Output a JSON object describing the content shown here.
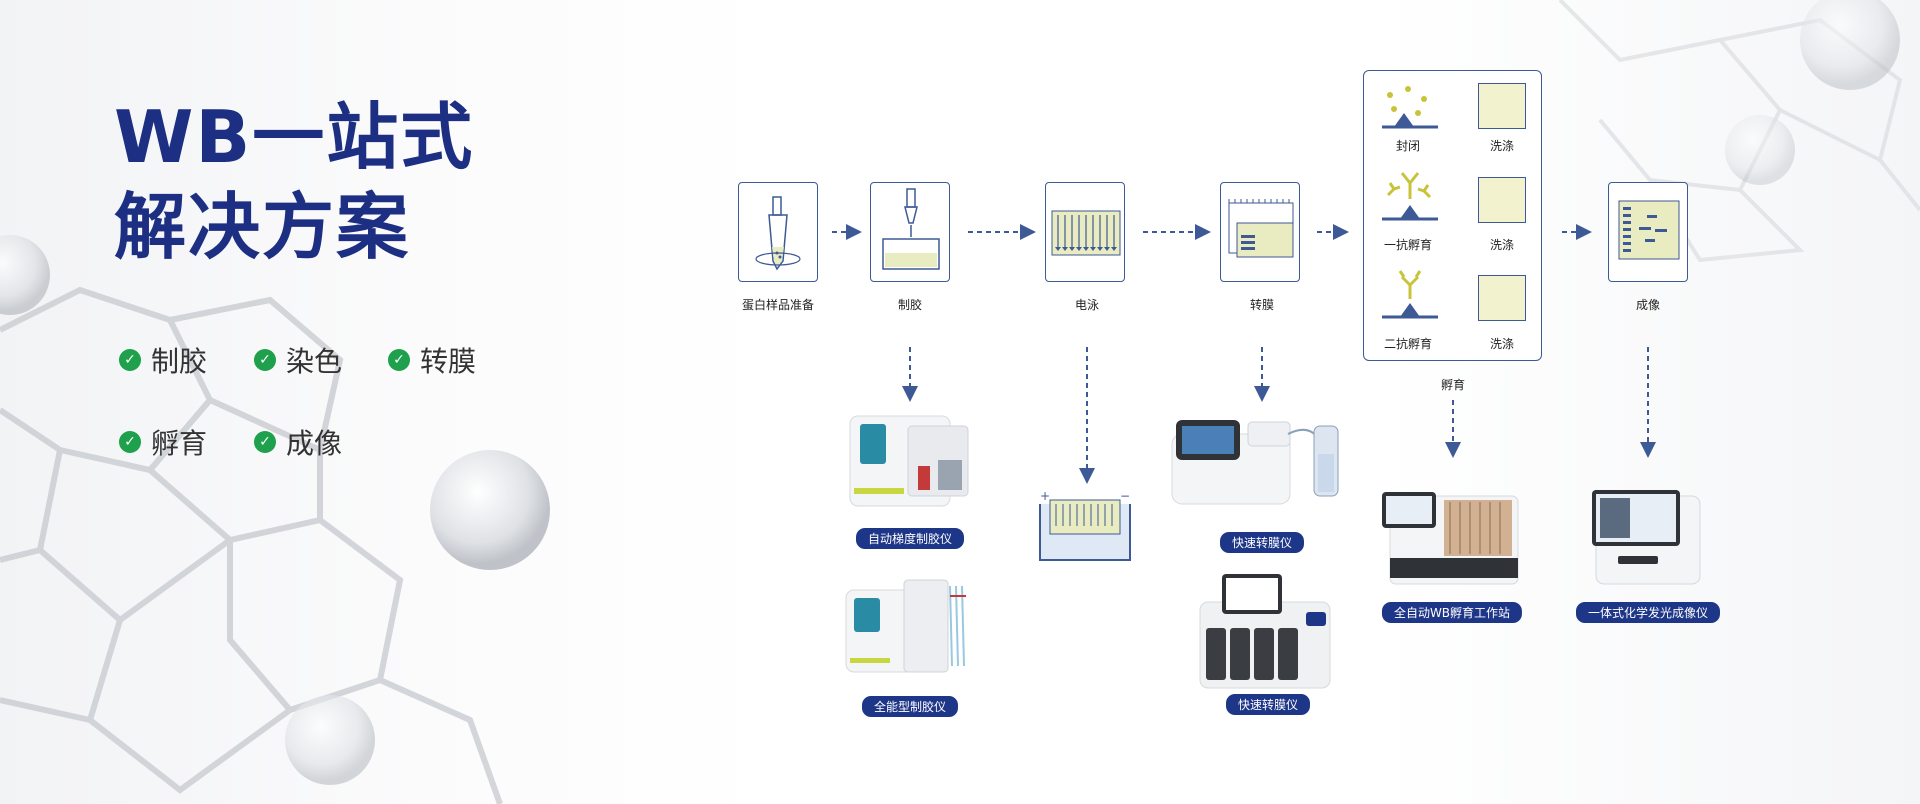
{
  "title": {
    "line1": "WB一站式",
    "line2": "解决方案"
  },
  "features": [
    "制胶",
    "染色",
    "转膜",
    "孵育",
    "成像"
  ],
  "steps": {
    "sample_prep": "蛋白样品准备",
    "gel": "制胶",
    "electrophoresis": "电泳",
    "transfer": "转膜",
    "imaging": "成像",
    "incubation": "孵育"
  },
  "incubation": {
    "block": "封闭",
    "primary": "一抗孵育",
    "secondary": "二抗孵育",
    "wash": "洗涤"
  },
  "products": {
    "gradient_gel": "自动梯度制胶仪",
    "full_gel": "全能型制胶仪",
    "fast_transfer_1": "快速转膜仪",
    "fast_transfer_2": "快速转膜仪",
    "wb_station": "全自动WB孵育工作站",
    "imager": "一体式化学发光成像仪"
  },
  "electrophoresis_signs": {
    "plus": "+",
    "minus": "−"
  },
  "colors": {
    "navy": "#1c2f82",
    "tag": "#1e3688",
    "check": "#1fa04c",
    "gel": "#e9ebc0",
    "stroke": "#3d5a96",
    "antibody": "#c8c43a"
  }
}
